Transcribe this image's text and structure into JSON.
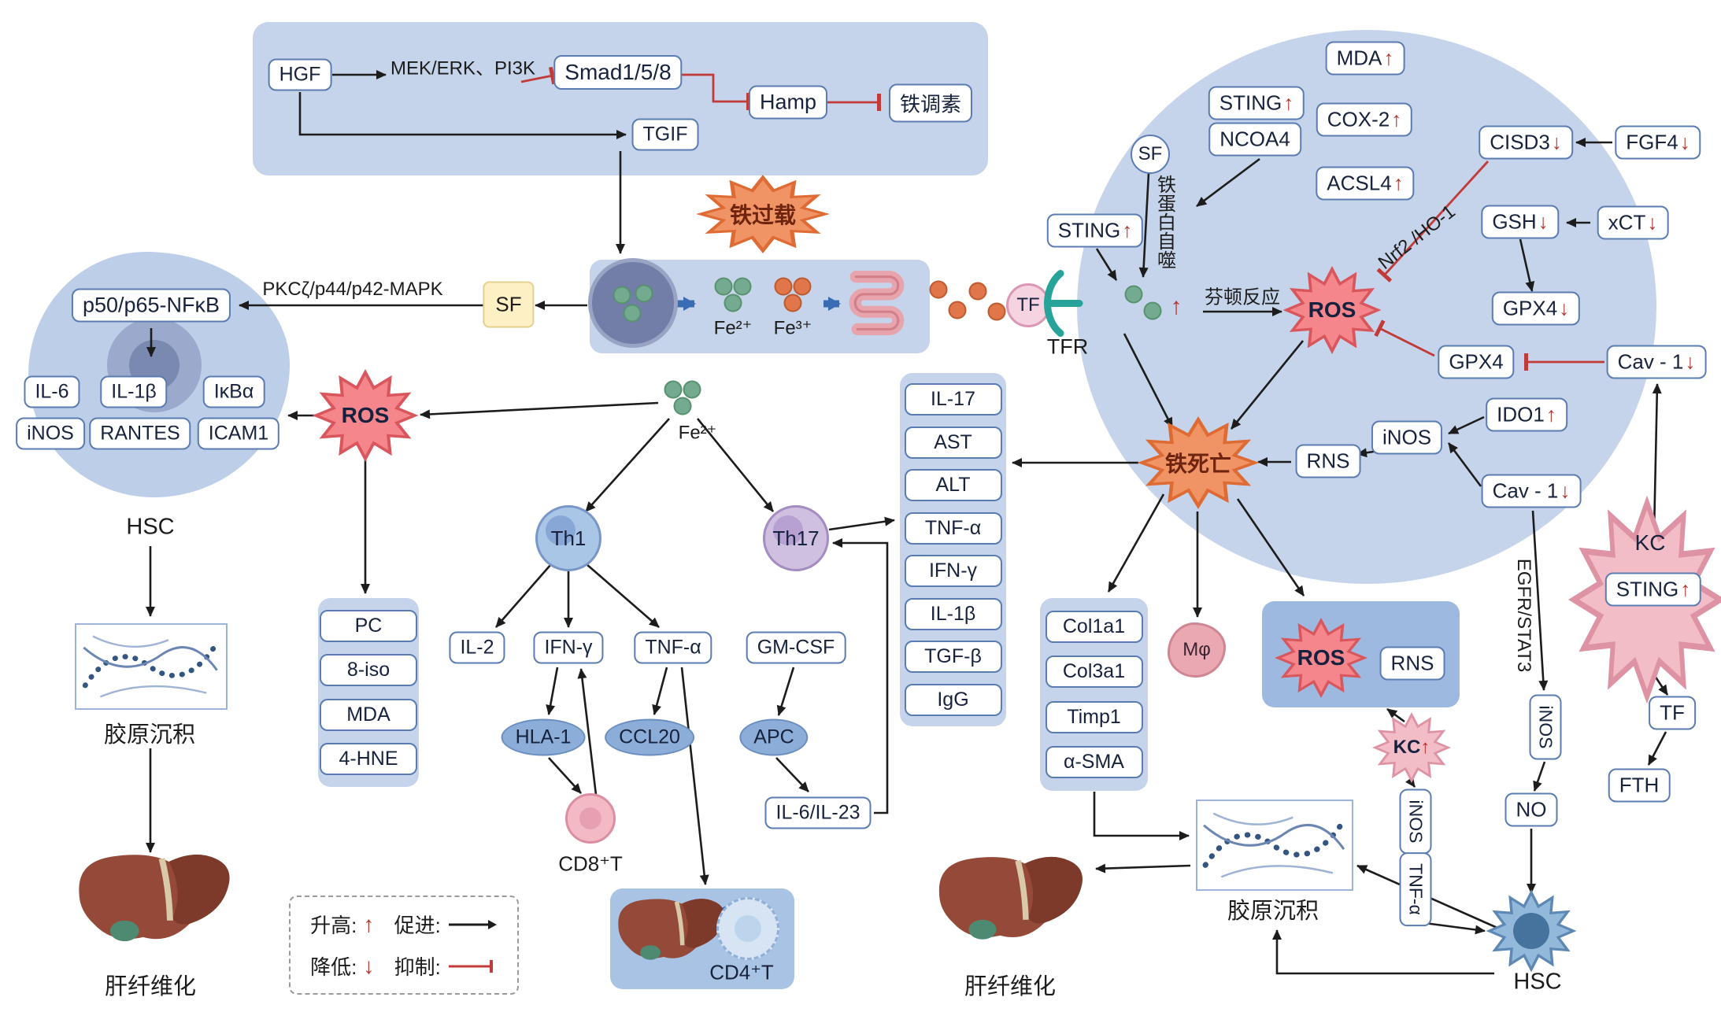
{
  "top_panel": {
    "hgf": "HGF",
    "mek_pi3k": "MEK/ERK、PI3K",
    "smad": "Smad1/5/8",
    "tgif": "TGIF",
    "hamp": "Hamp",
    "hepcidin": "铁调素"
  },
  "center": {
    "iron_overload": "铁过载",
    "fe2": "Fe²⁺",
    "fe3": "Fe³⁺",
    "tf": "TF",
    "tfr": "TFR",
    "up": "↑",
    "fenton": "芬顿反应",
    "ros": "ROS",
    "sf": "SF",
    "pkc": "PKCζ/p44/p42-MAPK",
    "nfkb": "p50/p65-NFκB",
    "fe2_free": "Fe²⁺"
  },
  "hsc_left": {
    "pills": [
      "IL-6",
      "IL-1β",
      "IκBα",
      "iNOS",
      "RANTES",
      "ICAM1"
    ],
    "label": "HSC",
    "ros": "ROS",
    "oxidation": [
      "PC",
      "8-iso",
      "MDA",
      "4-HNE"
    ],
    "collagen": "胶原沉积",
    "fibrosis": "肝纤维化"
  },
  "immune": {
    "th1": "Th1",
    "th17": "Th17",
    "il2": "IL-2",
    "ifng": "IFN-γ",
    "tnfa": "TNF-α",
    "gmcsf": "GM-CSF",
    "hla1": "HLA-1",
    "ccl20": "CCL20",
    "apc": "APC",
    "cd8": "CD8⁺T",
    "il6il23": "IL-6/IL-23",
    "cd4": "CD4⁺T"
  },
  "cytokines": [
    "IL-17",
    "AST",
    "ALT",
    "TNF-α",
    "IFN-γ",
    "IL-1β",
    "TGF-β",
    "IgG"
  ],
  "circle": {
    "mda": {
      "t": "MDA",
      "a": "↑"
    },
    "sting_top": {
      "t": "STING",
      "a": "↑"
    },
    "ncoa4": "NCOA4",
    "cox2": {
      "t": "COX-2",
      "a": "↑"
    },
    "cisd3": {
      "t": "CISD3",
      "a": "↓"
    },
    "fgf4": {
      "t": "FGF4",
      "a": "↓"
    },
    "acsl4": {
      "t": "ACSL4",
      "a": "↑"
    },
    "sf": "SF",
    "ferritinophagy": "铁蛋白自噬",
    "sting_left": {
      "t": "STING",
      "a": "↑"
    },
    "gsh": {
      "t": "GSH",
      "a": "↓"
    },
    "xct": {
      "t": "xCT",
      "a": "↓"
    },
    "nrf2": "Nrf2 /HO-1",
    "ros": "ROS",
    "gpx4_down": {
      "t": "GPX4",
      "a": "↓"
    },
    "gpx4": "GPX4",
    "cav1_top": {
      "t": "Cav - 1",
      "a": "↓"
    },
    "ido1": {
      "t": "IDO1",
      "a": "↑"
    },
    "inos": "iNOS",
    "cav1_bottom": {
      "t": "Cav - 1",
      "a": "↓"
    },
    "rns": "RNS",
    "ferroptosis": "铁死亡",
    "mphi": "Mφ"
  },
  "right": {
    "markers": [
      "Col1a1",
      "Col3a1",
      "Timp1",
      "α-SMA"
    ],
    "ros": "ROS",
    "rns": "RNS",
    "kc_small": {
      "t": "KC",
      "a": "↑"
    },
    "inos_v": "iNOS",
    "tnfa_v": "TNF-α",
    "collagen": "胶原沉积",
    "fibrosis": "肝纤维化",
    "hsc": "HSC"
  },
  "kc": {
    "label": "KC",
    "sting": {
      "t": "STING",
      "a": "↑"
    },
    "tf": "TF",
    "fth": "FTH",
    "egfr": "EGFR/STAT3",
    "inos": "iNOS",
    "no": "NO"
  },
  "legend": {
    "up": "升高:",
    "up_sym": "↑",
    "down": "降低:",
    "down_sym": "↓",
    "promote": "促进:",
    "inhibit": "抑制:"
  },
  "colors": {
    "panel": "#c5d4ea",
    "pill_border": "#5a7cb0",
    "red_arrow": "#b4332c",
    "inhibit": "#c23b38",
    "burst_red": "#f4868c",
    "burst_orange": "#f09365",
    "teal": "#27a39a"
  }
}
